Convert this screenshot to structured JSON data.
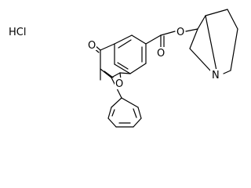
{
  "molecule": {
    "salt_label": "HCl",
    "atoms": {
      "keto_oxygen": "O",
      "methyl": "CH3",
      "ring_oxygen": "O",
      "ester_carbonyl_oxygen": "O",
      "ester_oxygen": "O",
      "bridgehead_nitrogen": "N"
    },
    "colors": {
      "bond": "#000000",
      "text": "#000000",
      "background": "#ffffff"
    }
  }
}
